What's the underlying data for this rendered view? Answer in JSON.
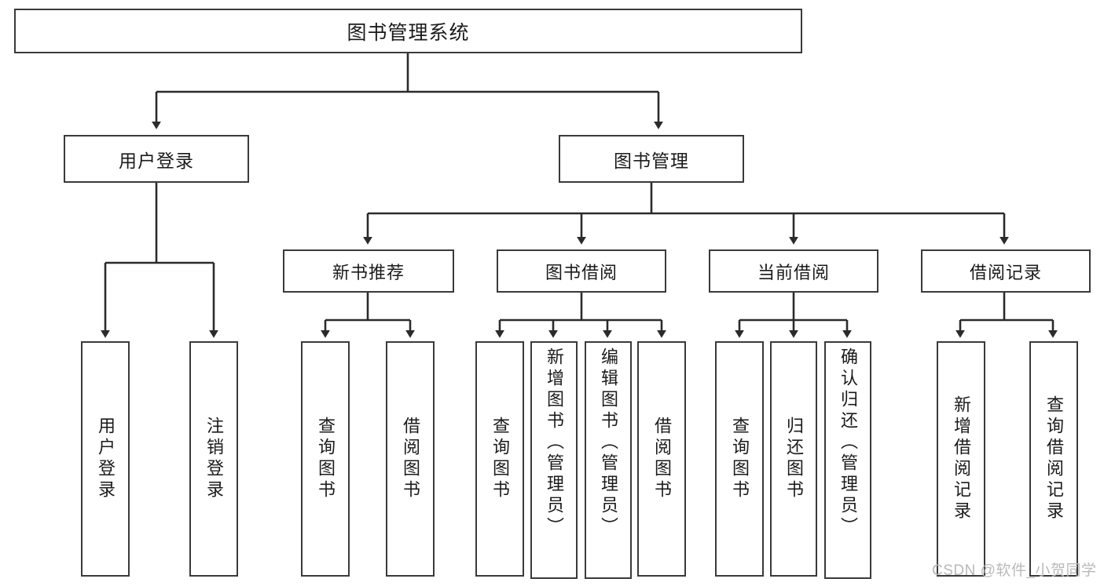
{
  "diagram": {
    "title": "图书管理系统",
    "type": "tree-hierarchy",
    "stroke_color": "#3a3a3a",
    "background_color": "#ffffff",
    "root": {
      "id": "root",
      "label": "图书管理系统"
    },
    "level2": [
      {
        "id": "user-login",
        "label": "用户登录"
      },
      {
        "id": "book-manage",
        "label": "图书管理"
      }
    ],
    "level3": [
      {
        "id": "new-book-rec",
        "label": "新书推荐",
        "parent": "book-manage"
      },
      {
        "id": "book-borrow",
        "label": "图书借阅",
        "parent": "book-manage"
      },
      {
        "id": "current-borrow",
        "label": "当前借阅",
        "parent": "book-manage"
      },
      {
        "id": "borrow-record",
        "label": "借阅记录",
        "parent": "book-manage"
      }
    ],
    "leaves": [
      {
        "id": "leaf-user-login",
        "label": "用户登录",
        "parent": "user-login"
      },
      {
        "id": "leaf-logout-login",
        "label": "注销登录",
        "parent": "user-login"
      },
      {
        "id": "leaf-query-book-1",
        "label": "查询图书",
        "parent": "new-book-rec"
      },
      {
        "id": "leaf-borrow-book-1",
        "label": "借阅图书",
        "parent": "new-book-rec"
      },
      {
        "id": "leaf-query-book-2",
        "label": "查询图书",
        "parent": "book-borrow"
      },
      {
        "id": "leaf-add-book",
        "label": "新增图书（管理员）",
        "parent": "book-borrow"
      },
      {
        "id": "leaf-edit-book",
        "label": "编辑图书（管理员）",
        "parent": "book-borrow"
      },
      {
        "id": "leaf-borrow-book-2",
        "label": "借阅图书",
        "parent": "book-borrow"
      },
      {
        "id": "leaf-query-book-3",
        "label": "查询图书",
        "parent": "current-borrow"
      },
      {
        "id": "leaf-return-book",
        "label": "归还图书",
        "parent": "current-borrow"
      },
      {
        "id": "leaf-confirm-return",
        "label": "确认归还（管理员）",
        "parent": "current-borrow"
      },
      {
        "id": "leaf-add-record",
        "label": "新增借阅记录",
        "parent": "borrow-record"
      },
      {
        "id": "leaf-query-record",
        "label": "查询借阅记录",
        "parent": "borrow-record"
      }
    ]
  },
  "watermark": {
    "text": "CSDN @软件_小贺同学"
  }
}
